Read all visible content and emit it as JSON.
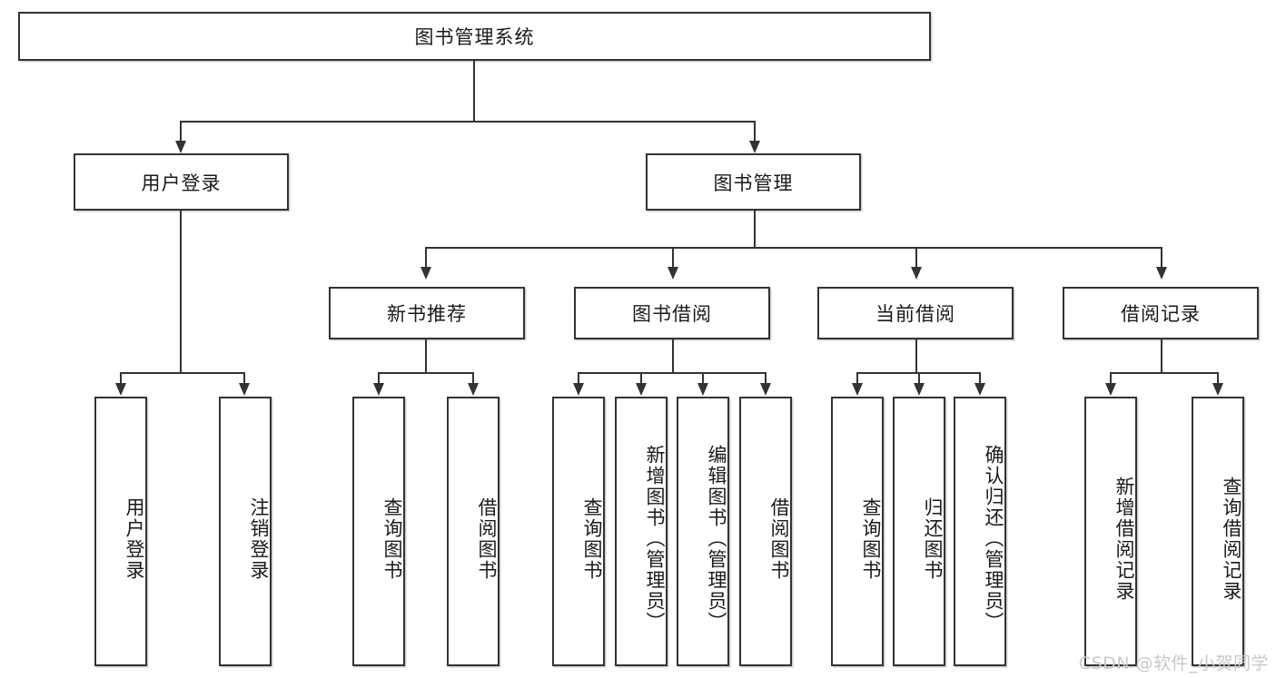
{
  "diagram": {
    "type": "tree-hierarchy",
    "title": "图书管理系统",
    "watermark": "CSDN @软件_小贺同学",
    "colors": {
      "stroke": "#333333",
      "fill": "#ffffff",
      "text": "#1a1a1a",
      "watermark": "#c9c9c9"
    },
    "nodes": {
      "root": "图书管理系统",
      "l2": [
        "用户登录",
        "图书管理"
      ],
      "l3": [
        "新书推荐",
        "图书借阅",
        "当前借阅",
        "借阅记录"
      ],
      "leaves": {
        "user_login": [
          "用户登录",
          "注销登录"
        ],
        "new_book": [
          "查询图书",
          "借阅图书"
        ],
        "book_borrow": [
          "查询图书",
          "新增图书（管理员）",
          "编辑图书（管理员）",
          "借阅图书"
        ],
        "current_borrow": [
          "查询图书",
          "归还图书",
          "确认归还（管理员）"
        ],
        "borrow_record": [
          "新增借阅记录",
          "查询借阅记录"
        ]
      }
    },
    "edges": [
      {
        "from": "图书管理系统",
        "to": "用户登录"
      },
      {
        "from": "图书管理系统",
        "to": "图书管理"
      },
      {
        "from": "用户登录",
        "to": "用户登录"
      },
      {
        "from": "用户登录",
        "to": "注销登录"
      },
      {
        "from": "图书管理",
        "to": "新书推荐"
      },
      {
        "from": "图书管理",
        "to": "图书借阅"
      },
      {
        "from": "图书管理",
        "to": "当前借阅"
      },
      {
        "from": "图书管理",
        "to": "借阅记录"
      },
      {
        "from": "新书推荐",
        "to": "查询图书"
      },
      {
        "from": "新书推荐",
        "to": "借阅图书"
      },
      {
        "from": "图书借阅",
        "to": "查询图书"
      },
      {
        "from": "图书借阅",
        "to": "新增图书（管理员）"
      },
      {
        "from": "图书借阅",
        "to": "编辑图书（管理员）"
      },
      {
        "from": "图书借阅",
        "to": "借阅图书"
      },
      {
        "from": "当前借阅",
        "to": "查询图书"
      },
      {
        "from": "当前借阅",
        "to": "归还图书"
      },
      {
        "from": "当前借阅",
        "to": "确认归还（管理员）"
      },
      {
        "from": "借阅记录",
        "to": "新增借阅记录"
      },
      {
        "from": "借阅记录",
        "to": "查询借阅记录"
      }
    ]
  }
}
